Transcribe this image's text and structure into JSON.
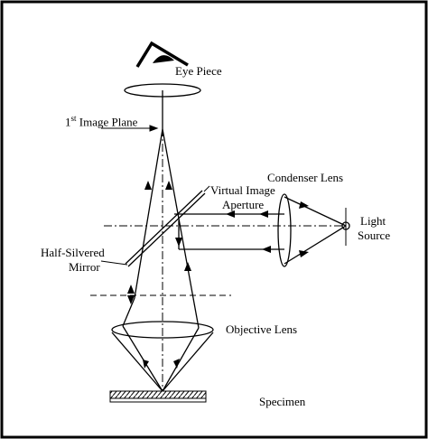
{
  "labels": {
    "eye_piece": "Eye Piece",
    "image_plane_num": "1",
    "image_plane_sup": "st",
    "image_plane_text": " Image Plane",
    "virtual_image_aperture_1": "Virtual Image",
    "virtual_image_aperture_2": "Aperture",
    "condenser_lens": "Condenser Lens",
    "light_source_1": "Light",
    "light_source_2": "Source",
    "half_silvered_mirror_1": "Half-Silvered",
    "half_silvered_mirror_2": "Mirror",
    "objective_lens": "Objective Lens",
    "specimen": "Specimen"
  },
  "colors": {
    "stroke": "#000000",
    "background": "#ffffff"
  }
}
